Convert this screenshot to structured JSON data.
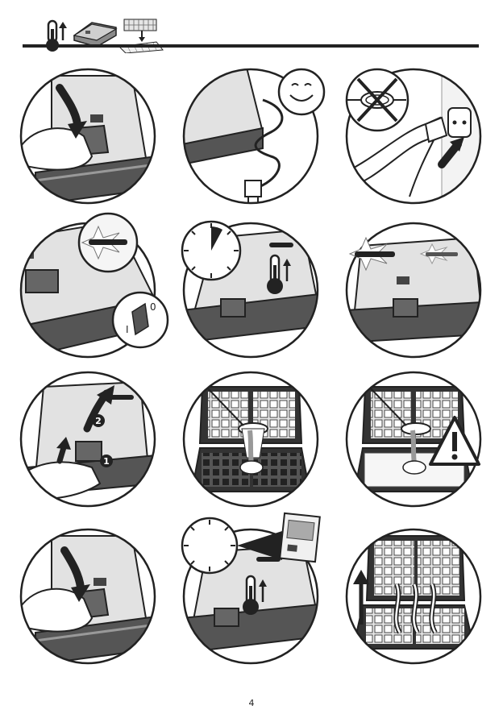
{
  "page": {
    "page_number": "4"
  },
  "header": {
    "icons": [
      "thermometer-up-icon",
      "waffle-maker-icon",
      "plates-insert-icon"
    ]
  },
  "steps": [
    {
      "id": 1,
      "icon": "close-lid-arrow-icon"
    },
    {
      "id": 2,
      "icon": "happy-face-icon"
    },
    {
      "id": 3,
      "icon": "no-extension-cord-icon"
    },
    {
      "id": 4,
      "icon": "indicator-light-on-icon"
    },
    {
      "id": 5,
      "icon": "timer-preheat-icon"
    },
    {
      "id": 6,
      "icon": "indicator-light-off-icon"
    },
    {
      "id": 7,
      "icon": "open-lid-icon",
      "markers": [
        "1",
        "2"
      ]
    },
    {
      "id": 8,
      "icon": "pour-batter-icon"
    },
    {
      "id": 9,
      "icon": "warning-triangle-icon"
    },
    {
      "id": 10,
      "icon": "close-lid-arrow-icon"
    },
    {
      "id": 11,
      "icon": "timer-booklet-icon"
    },
    {
      "id": 12,
      "icon": "remove-waffles-icon"
    }
  ],
  "colors": {
    "line": "#222222",
    "mid": "#7a7a7a",
    "light": "#d9d9d9",
    "dark": "#333333"
  }
}
